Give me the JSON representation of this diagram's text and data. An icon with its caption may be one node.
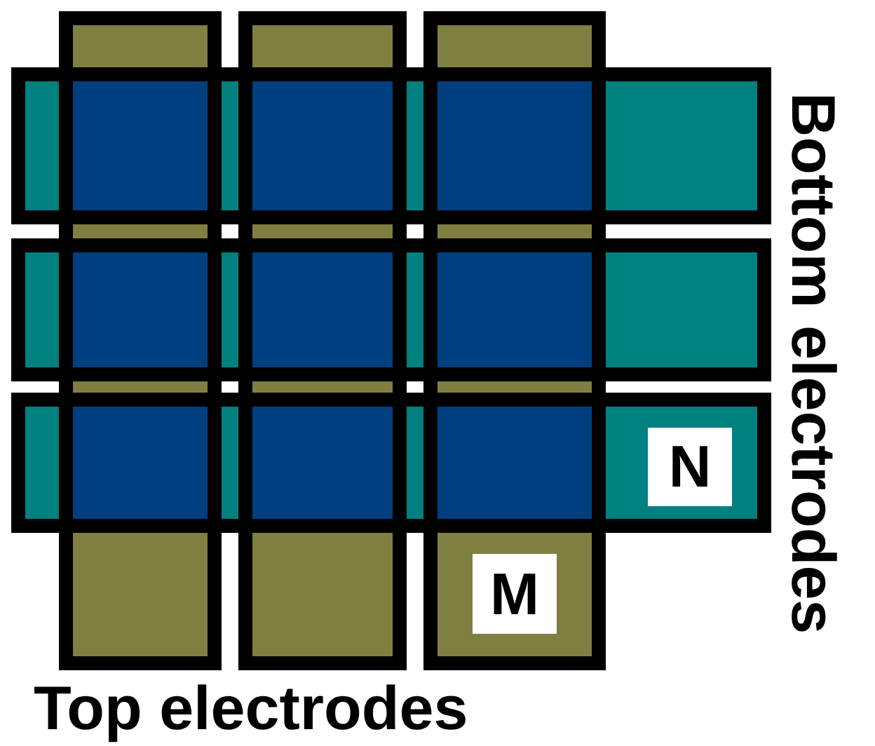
{
  "diagram": {
    "nodes": [
      {
        "text": [
          "M"
        ]
      },
      {
        "text": [
          "N"
        ]
      }
    ],
    "labels": [
      "Top electrodes",
      "Bottom electrodes"
    ]
  }
}
